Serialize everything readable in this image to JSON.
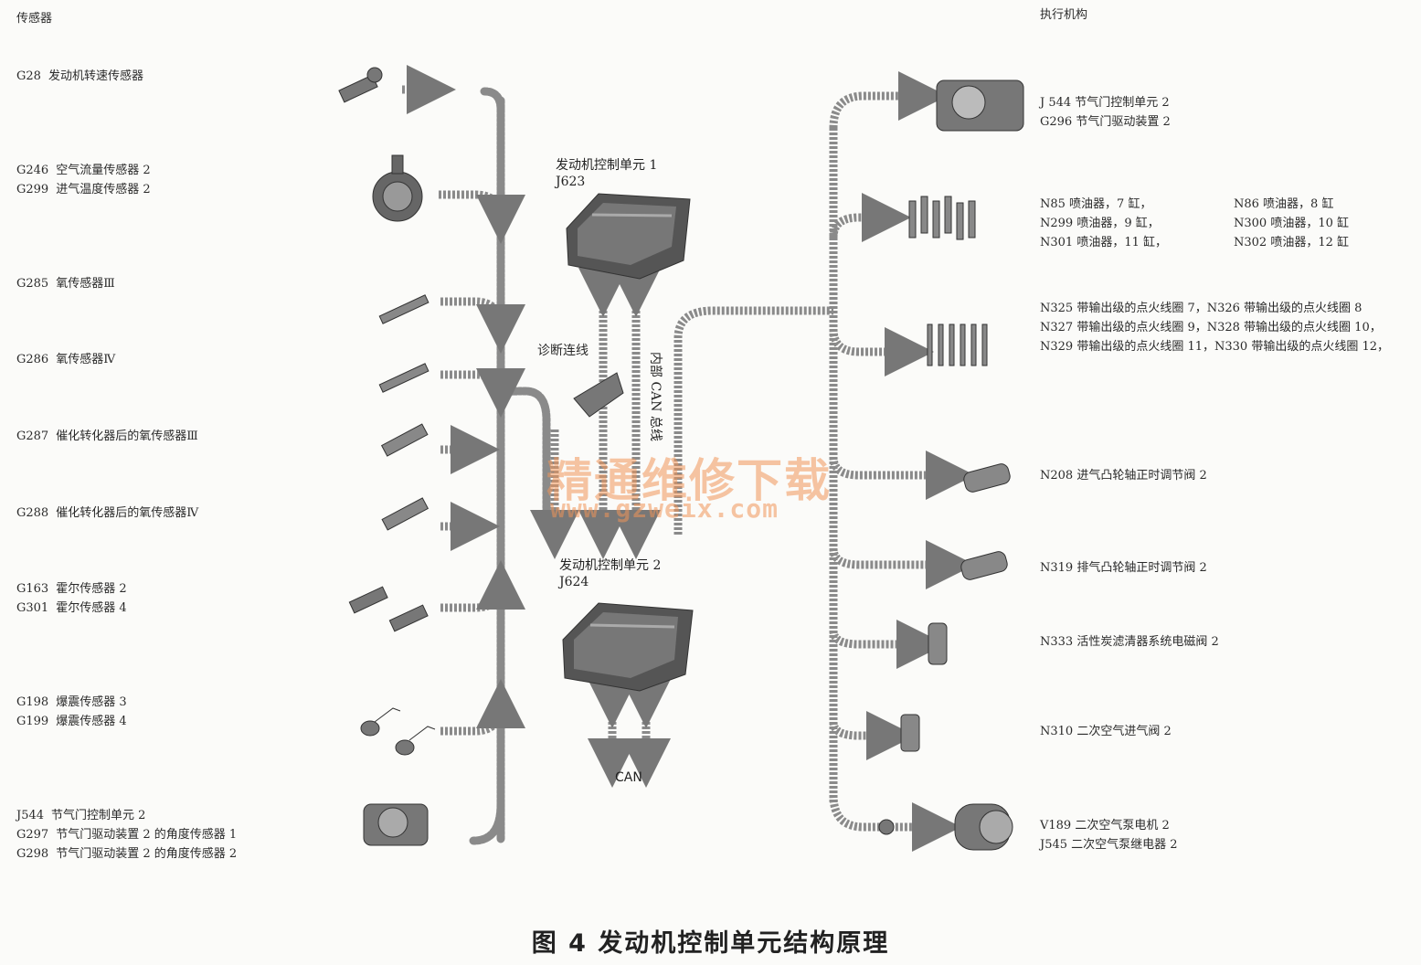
{
  "headers": {
    "sensors": "传感器",
    "actuators": "执行机构"
  },
  "sensors": [
    {
      "lines": [
        {
          "code": "G28",
          "text": "发动机转速传感器"
        }
      ],
      "icon": "speed-sensor-icon"
    },
    {
      "lines": [
        {
          "code": "G246",
          "text": "空气流量传感器 2"
        },
        {
          "code": "G299",
          "text": "进气温度传感器 2"
        }
      ],
      "icon": "air-mass-meter-icon"
    },
    {
      "lines": [
        {
          "code": "G285",
          "text": "氧传感器Ⅲ"
        }
      ],
      "icon": "oxygen-sensor-icon"
    },
    {
      "lines": [
        {
          "code": "G286",
          "text": "氧传感器Ⅳ"
        }
      ],
      "icon": "oxygen-sensor-icon"
    },
    {
      "lines": [
        {
          "code": "G287",
          "text": "催化转化器后的氧传感器Ⅲ"
        }
      ],
      "icon": "oxygen-sensor-icon"
    },
    {
      "lines": [
        {
          "code": "G288",
          "text": "催化转化器后的氧传感器Ⅳ"
        }
      ],
      "icon": "oxygen-sensor-icon"
    },
    {
      "lines": [
        {
          "code": "G163",
          "text": "霍尔传感器 2"
        },
        {
          "code": "G301",
          "text": "霍尔传感器 4"
        }
      ],
      "icon": "hall-sensor-icon"
    },
    {
      "lines": [
        {
          "code": "G198",
          "text": "爆震传感器 3"
        },
        {
          "code": "G199",
          "text": "爆震传感器 4"
        }
      ],
      "icon": "knock-sensor-icon"
    },
    {
      "lines": [
        {
          "code": "J544",
          "text": "节气门控制单元 2"
        },
        {
          "code": "G297",
          "text": "节气门驱动装置 2 的角度传感器 1"
        },
        {
          "code": "G298",
          "text": "节气门驱动装置 2 的角度传感器 2"
        }
      ],
      "icon": "throttle-body-icon"
    }
  ],
  "actuators": [
    {
      "lines": [
        "J 544  节气门控制单元 2",
        "G296  节气门驱动装置 2"
      ],
      "icon": "throttle-body-icon"
    },
    {
      "lines": [
        "N85   喷油器，7 缸，",
        "N299 喷油器，9 缸，",
        "N301  喷油器，11 缸，"
      ],
      "lines2": [
        "N86   喷油器，8 缸",
        "N300  喷油器，10 缸",
        "N302  喷油器，12 缸"
      ],
      "icon": "injectors-icon"
    },
    {
      "lines": [
        "N325 带输出级的点火线圈 7，N326 带输出级的点火线圈 8",
        "N327 带输出级的点火线圈 9，N328 带输出级的点火线圈 10，",
        "N329 带输出级的点火线圈 11，N330 带输出级的点火线圈 12，"
      ],
      "icon": "ignition-coils-icon"
    },
    {
      "lines": [
        "N208 进气凸轮轴正时调节阀 2"
      ],
      "icon": "solenoid-valve-icon"
    },
    {
      "lines": [
        "N319  排气凸轮轴正时调节阀 2"
      ],
      "icon": "solenoid-valve-icon"
    },
    {
      "lines": [
        "N333  活性炭滤清器系统电磁阀 2"
      ],
      "icon": "purge-valve-icon"
    },
    {
      "lines": [
        "N310  二次空气进气阀 2"
      ],
      "icon": "air-valve-icon"
    },
    {
      "lines": [
        "V189   二次空气泵电机 2",
        "J545   二次空气泵继电器 2"
      ],
      "icon": "air-pump-icon"
    }
  ],
  "center": {
    "ecu1_name": "发动机控制单元 1",
    "ecu1_code": "J623",
    "ecu2_name": "发动机控制单元 2",
    "ecu2_code": "J624",
    "diag_label": "诊断连线",
    "internal_can": "内部 CAN 总线",
    "can": "CAN"
  },
  "watermark": {
    "line1": "精通维修下载",
    "line2": "www.gzweix.com"
  },
  "caption": "图 4    发动机控制单元结构原理"
}
